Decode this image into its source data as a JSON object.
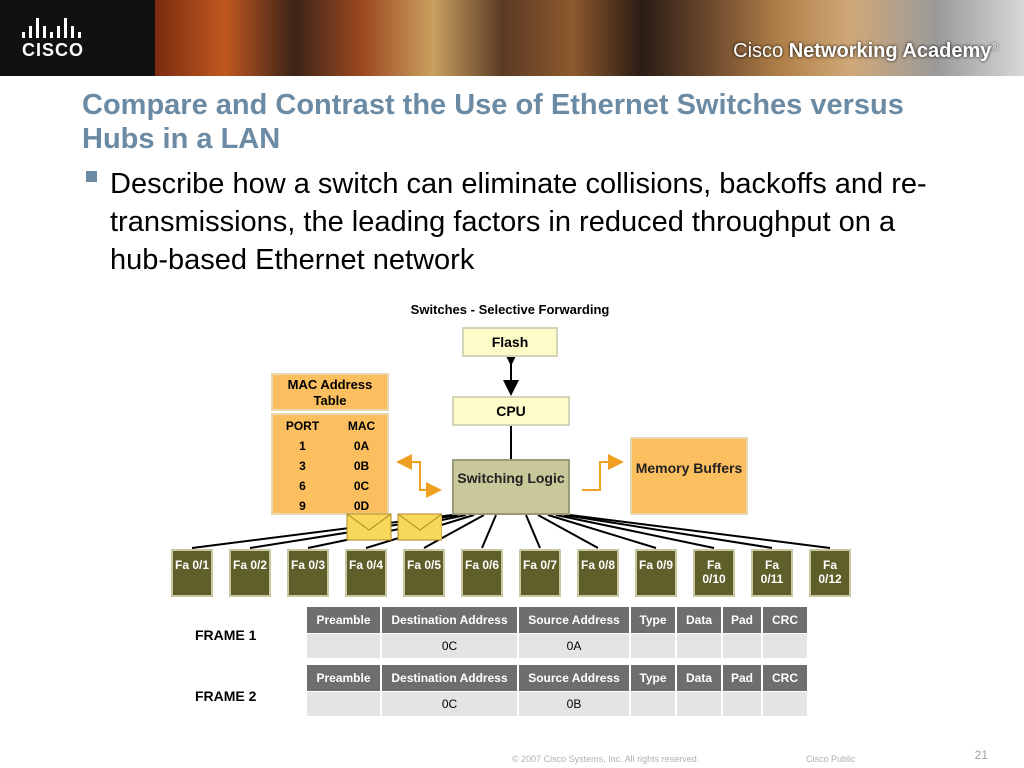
{
  "banner": {
    "logo_text": "CISCO",
    "academy_text_1": "Cisco ",
    "academy_text_2": "Networking Academy",
    "registered": "®"
  },
  "title": "Compare and Contrast the Use of Ethernet Switches versus Hubs in a LAN",
  "bullet": "Describe how a switch can eliminate collisions, backoffs and re- transmissions, the leading factors in reduced throughput on a hub-based Ethernet network",
  "diagram": {
    "title": "Switches - Selective Forwarding",
    "flash": "Flash",
    "cpu": "CPU",
    "switching_logic": "Switching Logic",
    "memory_buffers": "Memory Buffers",
    "mac_table": {
      "title": "MAC Address Table",
      "headers": [
        "PORT",
        "MAC"
      ],
      "rows": [
        [
          "1",
          "0A"
        ],
        [
          "3",
          "0B"
        ],
        [
          "6",
          "0C"
        ],
        [
          "9",
          "0D"
        ]
      ]
    },
    "ports": [
      "Fa 0/1",
      "Fa 0/2",
      "Fa 0/3",
      "Fa 0/4",
      "Fa 0/5",
      "Fa 0/6",
      "Fa 0/7",
      "Fa 0/8",
      "Fa 0/9",
      "Fa 0/10",
      "Fa 0/11",
      "Fa 0/12"
    ],
    "frame_headers": [
      "Preamble",
      "Destination Address",
      "Source Address",
      "Type",
      "Data",
      "Pad",
      "CRC"
    ],
    "frames": [
      {
        "label": "FRAME 1",
        "values": [
          "",
          "0C",
          "0A",
          "",
          "",
          "",
          ""
        ]
      },
      {
        "label": "FRAME 2",
        "values": [
          "",
          "0C",
          "0B",
          "",
          "",
          "",
          ""
        ]
      }
    ]
  },
  "footer": {
    "copyright": "© 2007 Cisco Systems, Inc. All rights reserved.",
    "classification": "Cisco Public",
    "page": "21"
  },
  "colors": {
    "title": "#6b8aa3",
    "port_fill": "#5f5f2a",
    "mac_table": "#fbbf60",
    "arrow": "#f0a020"
  }
}
